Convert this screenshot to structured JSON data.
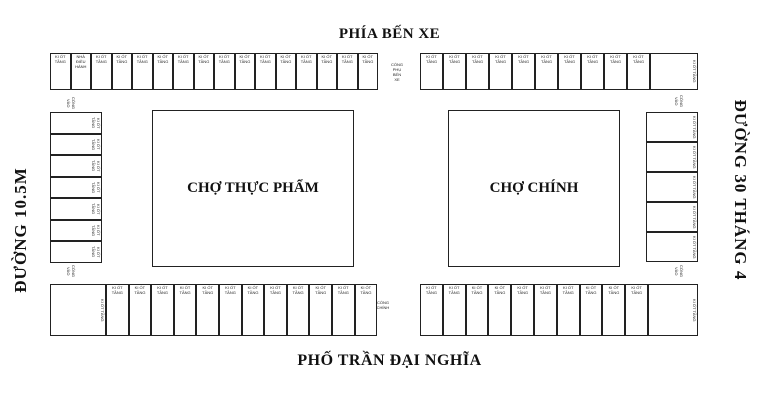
{
  "roads": {
    "top": "PHÍA BẾN XE",
    "bottom": "PHỐ TRẦN ĐẠI NGHĨA",
    "left": "ĐƯỜNG 10.5M",
    "right": "ĐƯỜNG 30 THÁNG 4"
  },
  "markets": {
    "left": "CHỢ THỰC PHẨM",
    "right": "CHỢ CHÍNH"
  },
  "stall_label": "KI ỐT TẦNG",
  "gates": {
    "top_middle": "CỔNG PHỤ BẾN XE",
    "left_top": "CỔNG VÀO",
    "left_bottom": "CỔNG VÀO",
    "right_top": "CỔNG VÀO",
    "right_bottom": "CỔNG VÀO",
    "bottom_middle": "CỔNG CHÍNH"
  },
  "special_stalls": {
    "top_second": "NHÀ ĐIỀU HÀNH"
  }
}
